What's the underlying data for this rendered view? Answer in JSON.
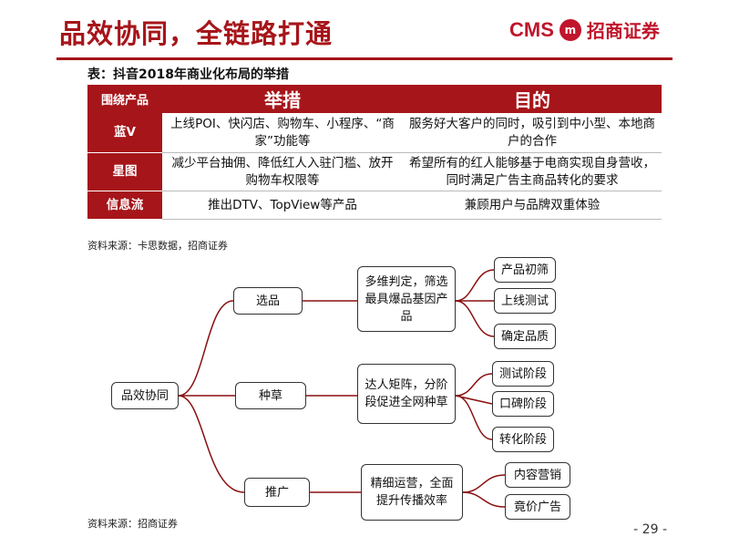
{
  "header": {
    "title": "品效协同，全链路打通",
    "brand_en": "CMS",
    "brand_cn": "招商证券",
    "brand_logo": "m"
  },
  "table": {
    "caption": "表：抖音2018年商业化布局的举措",
    "headers": [
      "围绕产品",
      "举措",
      "目的"
    ],
    "rows": [
      {
        "name": "蓝V",
        "measure": "上线POI、快闪店、购物车、小程序、“商家”功能等",
        "purpose": "服务好大客户的同时，吸引到中小型、本地商户的合作"
      },
      {
        "name": "星图",
        "measure": "减少平台抽佣、降低红人入驻门槛、放开购物车权限等",
        "purpose": "希望所有的红人能够基于电商实现自身营收，同时满足广告主商品转化的要求"
      },
      {
        "name": "信息流",
        "measure": "推出DTV、TopView等产品",
        "purpose": "兼顾用户与品牌双重体验"
      }
    ],
    "source": "资料来源：卡思数据，招商证券"
  },
  "tree": {
    "root": "品效协同",
    "branches": [
      {
        "label": "选品",
        "detail": "多维判定，筛选最具爆品基因产品",
        "leaves": [
          "产品初筛",
          "上线测试",
          "确定品质"
        ]
      },
      {
        "label": "种草",
        "detail": "达人矩阵，分阶段促进全网种草",
        "leaves": [
          "测试阶段",
          "口碑阶段",
          "转化阶段"
        ]
      },
      {
        "label": "推广",
        "detail": "精细运营，全面提升传播效率",
        "leaves": [
          "内容营销",
          "竟价广告"
        ]
      }
    ],
    "source": "资料来源：招商证券"
  },
  "footer": {
    "page": "- 29 -"
  },
  "colors": {
    "accent": "#a6151a"
  }
}
